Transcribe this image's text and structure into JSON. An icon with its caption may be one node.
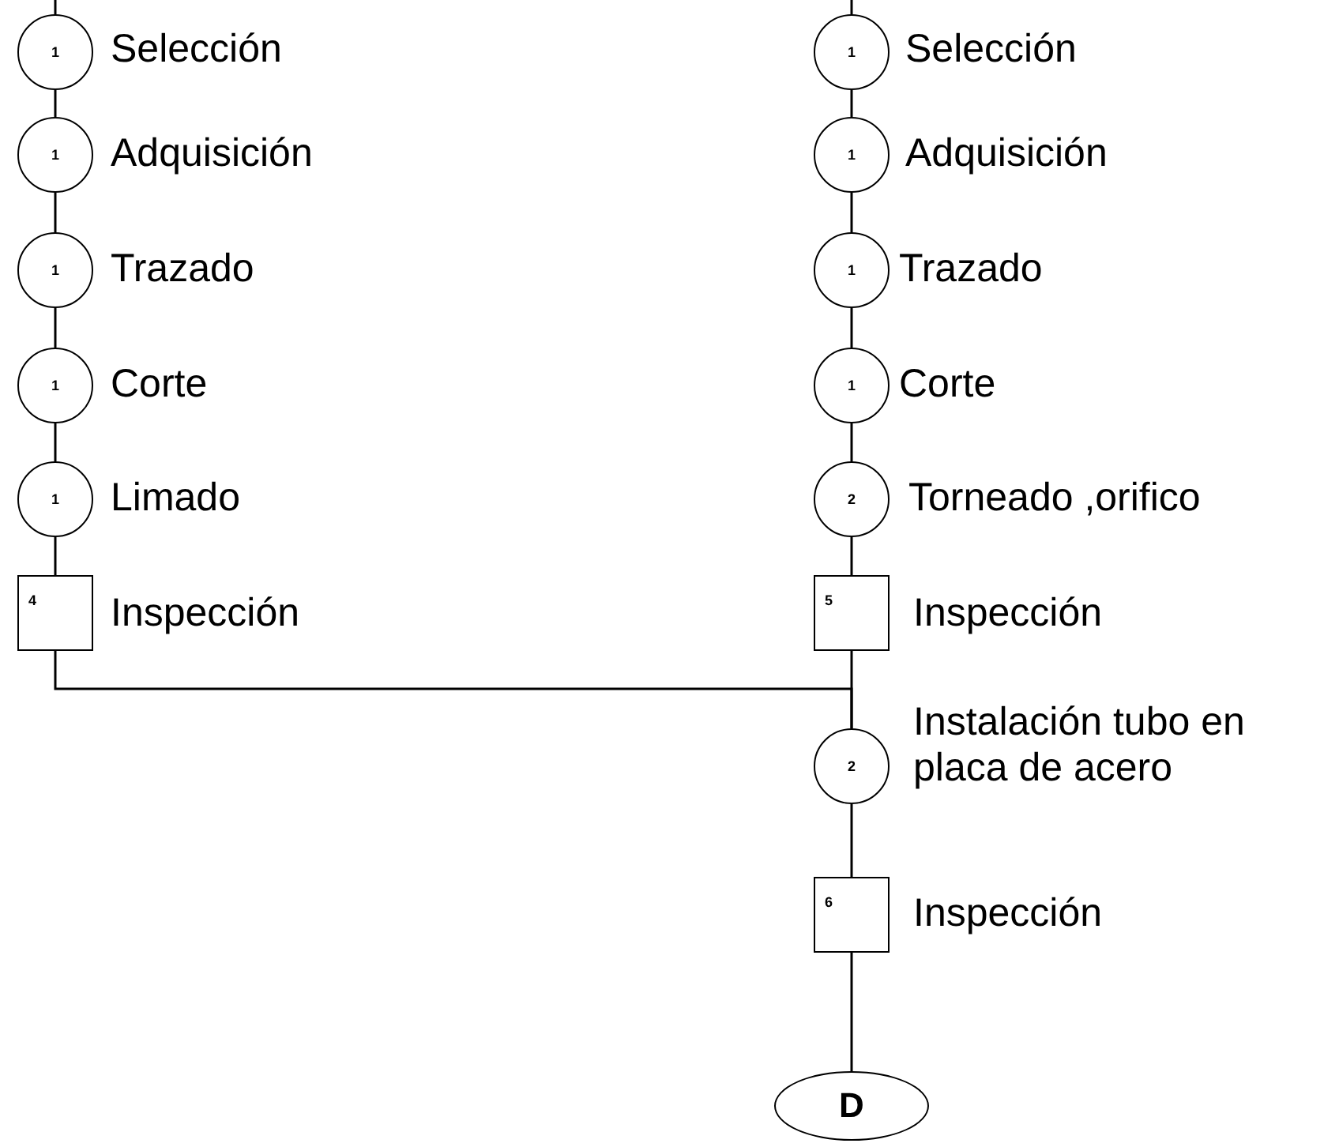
{
  "diagram": {
    "nodes": [
      {
        "text": [
          "1"
        ],
        "beside": [
          "Selección"
        ]
      },
      {
        "text": [
          "1"
        ],
        "beside": [
          "Adquisición"
        ]
      },
      {
        "text": [
          "1"
        ],
        "beside": [
          "Trazado"
        ]
      },
      {
        "text": [
          "1"
        ],
        "beside": [
          "Corte"
        ]
      },
      {
        "text": [
          "1"
        ],
        "beside": [
          "Limado"
        ]
      },
      {
        "text": [
          "4"
        ],
        "beside": [
          "Inspección"
        ]
      },
      {
        "text": [
          "1"
        ],
        "beside": [
          "Selección"
        ]
      },
      {
        "text": [
          "1"
        ],
        "beside": [
          "Adquisición"
        ]
      },
      {
        "text": [
          "1"
        ],
        "beside": [
          "Trazado"
        ]
      },
      {
        "text": [
          "1"
        ],
        "beside": [
          "Corte"
        ]
      },
      {
        "text": [
          "2"
        ],
        "beside": [
          "Torneado ,orifico"
        ]
      },
      {
        "text": [
          "5"
        ],
        "beside": [
          "Inspección"
        ]
      },
      {
        "text": [
          "2"
        ],
        "beside": [
          "Instalación tubo en placa de acero"
        ]
      },
      {
        "text": [
          "6"
        ],
        "beside": [
          "Inspección"
        ]
      },
      {
        "text": [
          "D"
        ]
      }
    ],
    "edges": [
      {
        "from": null,
        "to": 0,
        "arrow": "none"
      },
      {
        "from": 0,
        "to": 1,
        "arrow": "none"
      },
      {
        "from": 1,
        "to": 2,
        "arrow": "none"
      },
      {
        "from": 2,
        "to": 3,
        "arrow": "none"
      },
      {
        "from": 3,
        "to": 4,
        "arrow": "none"
      },
      {
        "from": 4,
        "to": 5,
        "arrow": "none"
      },
      {
        "from": null,
        "to": 6,
        "arrow": "none"
      },
      {
        "from": 6,
        "to": 7,
        "arrow": "none"
      },
      {
        "from": 7,
        "to": 8,
        "arrow": "none"
      },
      {
        "from": 8,
        "to": 9,
        "arrow": "none"
      },
      {
        "from": 9,
        "to": 10,
        "arrow": "none"
      },
      {
        "from": 10,
        "to": 11,
        "arrow": "none"
      },
      {
        "from": 5,
        "to": 12,
        "arrow": "none"
      },
      {
        "from": 11,
        "to": 12,
        "arrow": "none"
      },
      {
        "from": 12,
        "to": 13,
        "arrow": "none"
      },
      {
        "from": 13,
        "to": 14,
        "arrow": "none"
      }
    ]
  }
}
